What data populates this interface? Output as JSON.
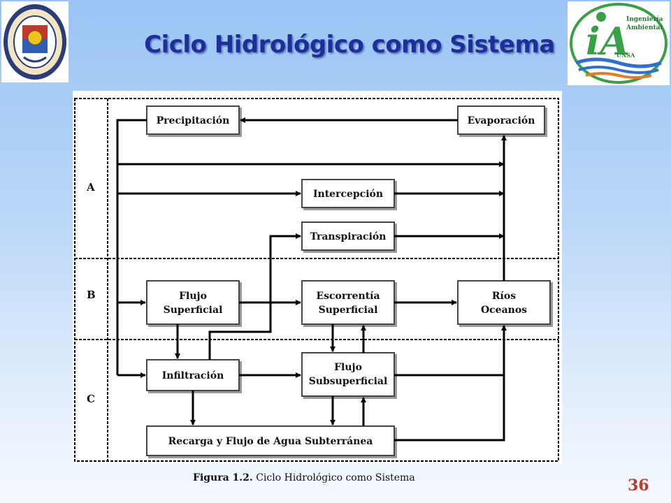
{
  "slide": {
    "title": "Ciclo Hidrológico como Sistema",
    "page_number": "36"
  },
  "logos": {
    "left": {
      "icon": "university-seal-icon"
    },
    "right": {
      "icon": "ingenieria-ambiental-logo-icon",
      "text_lines": [
        "Ingeniería",
        "Ambiental"
      ],
      "abbr": "UNSA",
      "mark": "iA"
    }
  },
  "figure": {
    "caption_lead": "Figura  1.2.",
    "caption_text": " Ciclo Hidrológico como Sistema",
    "zones": {
      "a": "A",
      "b": "B",
      "c": "C"
    },
    "boxes": {
      "precipitacion": "Precipitación",
      "evaporacion": "Evaporación",
      "intercepcion": "Intercepción",
      "transpiracion": "Transpiración",
      "flujo_superficial": [
        "Flujo",
        "Superficial"
      ],
      "escorrentia_superficial": [
        "Escorrentía",
        "Superficial"
      ],
      "rios_oceanos": [
        "Ríos",
        "Oceanos"
      ],
      "infiltracion": "Infiltración",
      "flujo_subsuperficial": [
        "Flujo",
        "Subsuperficial"
      ],
      "recarga": "Recarga y Flujo de Agua Subterránea"
    }
  }
}
